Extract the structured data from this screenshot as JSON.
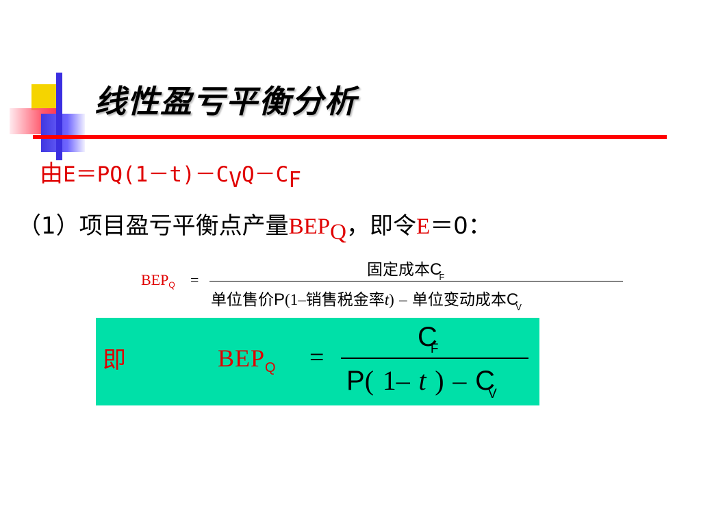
{
  "title": "线性盈亏平衡分析",
  "equation": {
    "prefix": "由",
    "body_1": "E＝PQ(1－t)－C",
    "sub_v": "V",
    "body_2": "Q－C",
    "sub_f": "F"
  },
  "step": {
    "text_1": "（1）项目盈亏平衡点产量",
    "bep": "BEP",
    "sub_q": "Q",
    "text_2": "，即令",
    "e": "E",
    "text_3": "＝0："
  },
  "formula1": {
    "lhs": "BEP",
    "lhs_sub": "Q",
    "equals": "=",
    "num_text": "固定成本",
    "num_sym": "C",
    "num_sub": "F",
    "den_text_1": "单位售价",
    "den_p": "P",
    "den_open": "(",
    "den_one": "1",
    "den_minus_1": "–",
    "den_text_2": "销售税金率",
    "den_t": "t",
    "den_close": ")",
    "den_minus_2": "–",
    "den_text_3": "单位变动成本",
    "den_sym": "C",
    "den_sub": "V"
  },
  "formula2": {
    "prefix": "即",
    "lhs": "BEP",
    "lhs_sub": "Q",
    "equals": "=",
    "num_sym": "C",
    "num_sub": "F",
    "den_p": "P",
    "den_open": "(",
    "den_one": "1",
    "den_minus_1": "–",
    "den_t": "t",
    "den_close": ")",
    "den_minus_2": "–",
    "den_sym": "C",
    "den_sub": "V"
  },
  "colors": {
    "accent_red": "#e00000",
    "box_green": "#00e0a8",
    "deco_yellow": "#f5d400",
    "deco_blue": "#3b2fe0",
    "deco_pink": "#ff5a6e"
  }
}
